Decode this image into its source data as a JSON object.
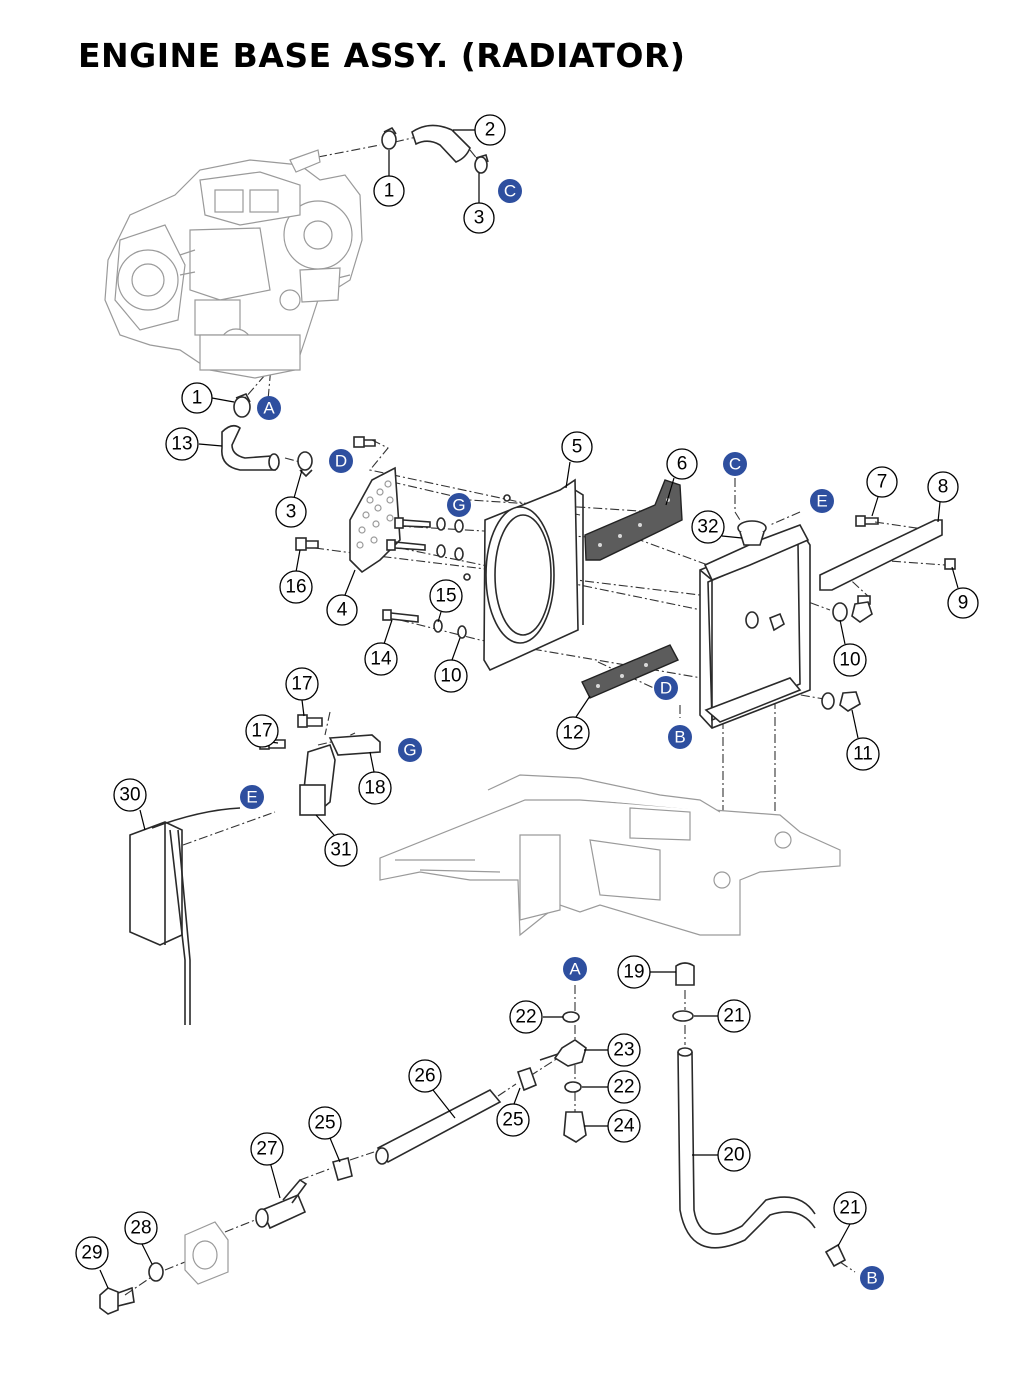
{
  "title": "ENGINE BASE ASSY. (RADIATOR)",
  "colors": {
    "reference_marker": "#2e4f9f",
    "line": "#2a2a2a"
  },
  "callouts": [
    {
      "id": "c-2",
      "label": "2"
    },
    {
      "id": "c-1a",
      "label": "1"
    },
    {
      "id": "c-3a",
      "label": "3"
    },
    {
      "id": "c-1b",
      "label": "1"
    },
    {
      "id": "c-13",
      "label": "13"
    },
    {
      "id": "c-3b",
      "label": "3"
    },
    {
      "id": "c-5",
      "label": "5"
    },
    {
      "id": "c-6",
      "label": "6"
    },
    {
      "id": "c-7",
      "label": "7"
    },
    {
      "id": "c-8",
      "label": "8"
    },
    {
      "id": "c-32",
      "label": "32"
    },
    {
      "id": "c-9",
      "label": "9"
    },
    {
      "id": "c-16",
      "label": "16"
    },
    {
      "id": "c-4",
      "label": "4"
    },
    {
      "id": "c-15",
      "label": "15"
    },
    {
      "id": "c-14",
      "label": "14"
    },
    {
      "id": "c-10a",
      "label": "10"
    },
    {
      "id": "c-10b",
      "label": "10"
    },
    {
      "id": "c-12",
      "label": "12"
    },
    {
      "id": "c-11",
      "label": "11"
    },
    {
      "id": "c-17a",
      "label": "17"
    },
    {
      "id": "c-17b",
      "label": "17"
    },
    {
      "id": "c-18",
      "label": "18"
    },
    {
      "id": "c-30",
      "label": "30"
    },
    {
      "id": "c-31",
      "label": "31"
    },
    {
      "id": "c-19",
      "label": "19"
    },
    {
      "id": "c-22a",
      "label": "22"
    },
    {
      "id": "c-21a",
      "label": "21"
    },
    {
      "id": "c-23",
      "label": "23"
    },
    {
      "id": "c-26",
      "label": "26"
    },
    {
      "id": "c-22b",
      "label": "22"
    },
    {
      "id": "c-25a",
      "label": "25"
    },
    {
      "id": "c-24",
      "label": "24"
    },
    {
      "id": "c-25b",
      "label": "25"
    },
    {
      "id": "c-27",
      "label": "27"
    },
    {
      "id": "c-20",
      "label": "20"
    },
    {
      "id": "c-21b",
      "label": "21"
    },
    {
      "id": "c-28",
      "label": "28"
    },
    {
      "id": "c-29",
      "label": "29"
    }
  ],
  "references": [
    {
      "id": "r-c1",
      "label": "C"
    },
    {
      "id": "r-a1",
      "label": "A"
    },
    {
      "id": "r-d1",
      "label": "D"
    },
    {
      "id": "r-c2",
      "label": "C"
    },
    {
      "id": "r-e1",
      "label": "E"
    },
    {
      "id": "r-g1",
      "label": "G"
    },
    {
      "id": "r-d2",
      "label": "D"
    },
    {
      "id": "r-b1",
      "label": "B"
    },
    {
      "id": "r-g2",
      "label": "G"
    },
    {
      "id": "r-e2",
      "label": "E"
    },
    {
      "id": "r-a2",
      "label": "A"
    },
    {
      "id": "r-b2",
      "label": "B"
    }
  ]
}
